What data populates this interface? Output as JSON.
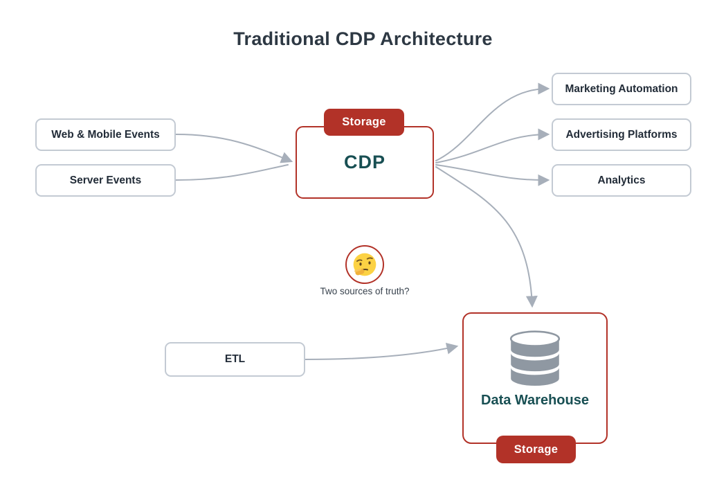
{
  "title": "Traditional CDP Architecture",
  "sources": [
    {
      "label": "Web & Mobile Events"
    },
    {
      "label": "Server Events"
    }
  ],
  "cdp": {
    "label": "CDP",
    "badge": "Storage"
  },
  "destinations": [
    {
      "label": "Marketing Automation"
    },
    {
      "label": "Advertising Platforms"
    },
    {
      "label": "Analytics"
    }
  ],
  "question": {
    "text": "Two sources of truth?",
    "icon": "thinking-face-icon"
  },
  "etl": {
    "label": "ETL"
  },
  "warehouse": {
    "label": "Data Warehouse",
    "badge": "Storage",
    "icon": "database-icon"
  },
  "colors": {
    "accent_red": "#b23228",
    "teal_text": "#184f53",
    "arrow_gray": "#a7afba",
    "node_border_gray": "#c3cad3",
    "title_text": "#2d3843",
    "db_icon_gray": "#8f98a2"
  }
}
